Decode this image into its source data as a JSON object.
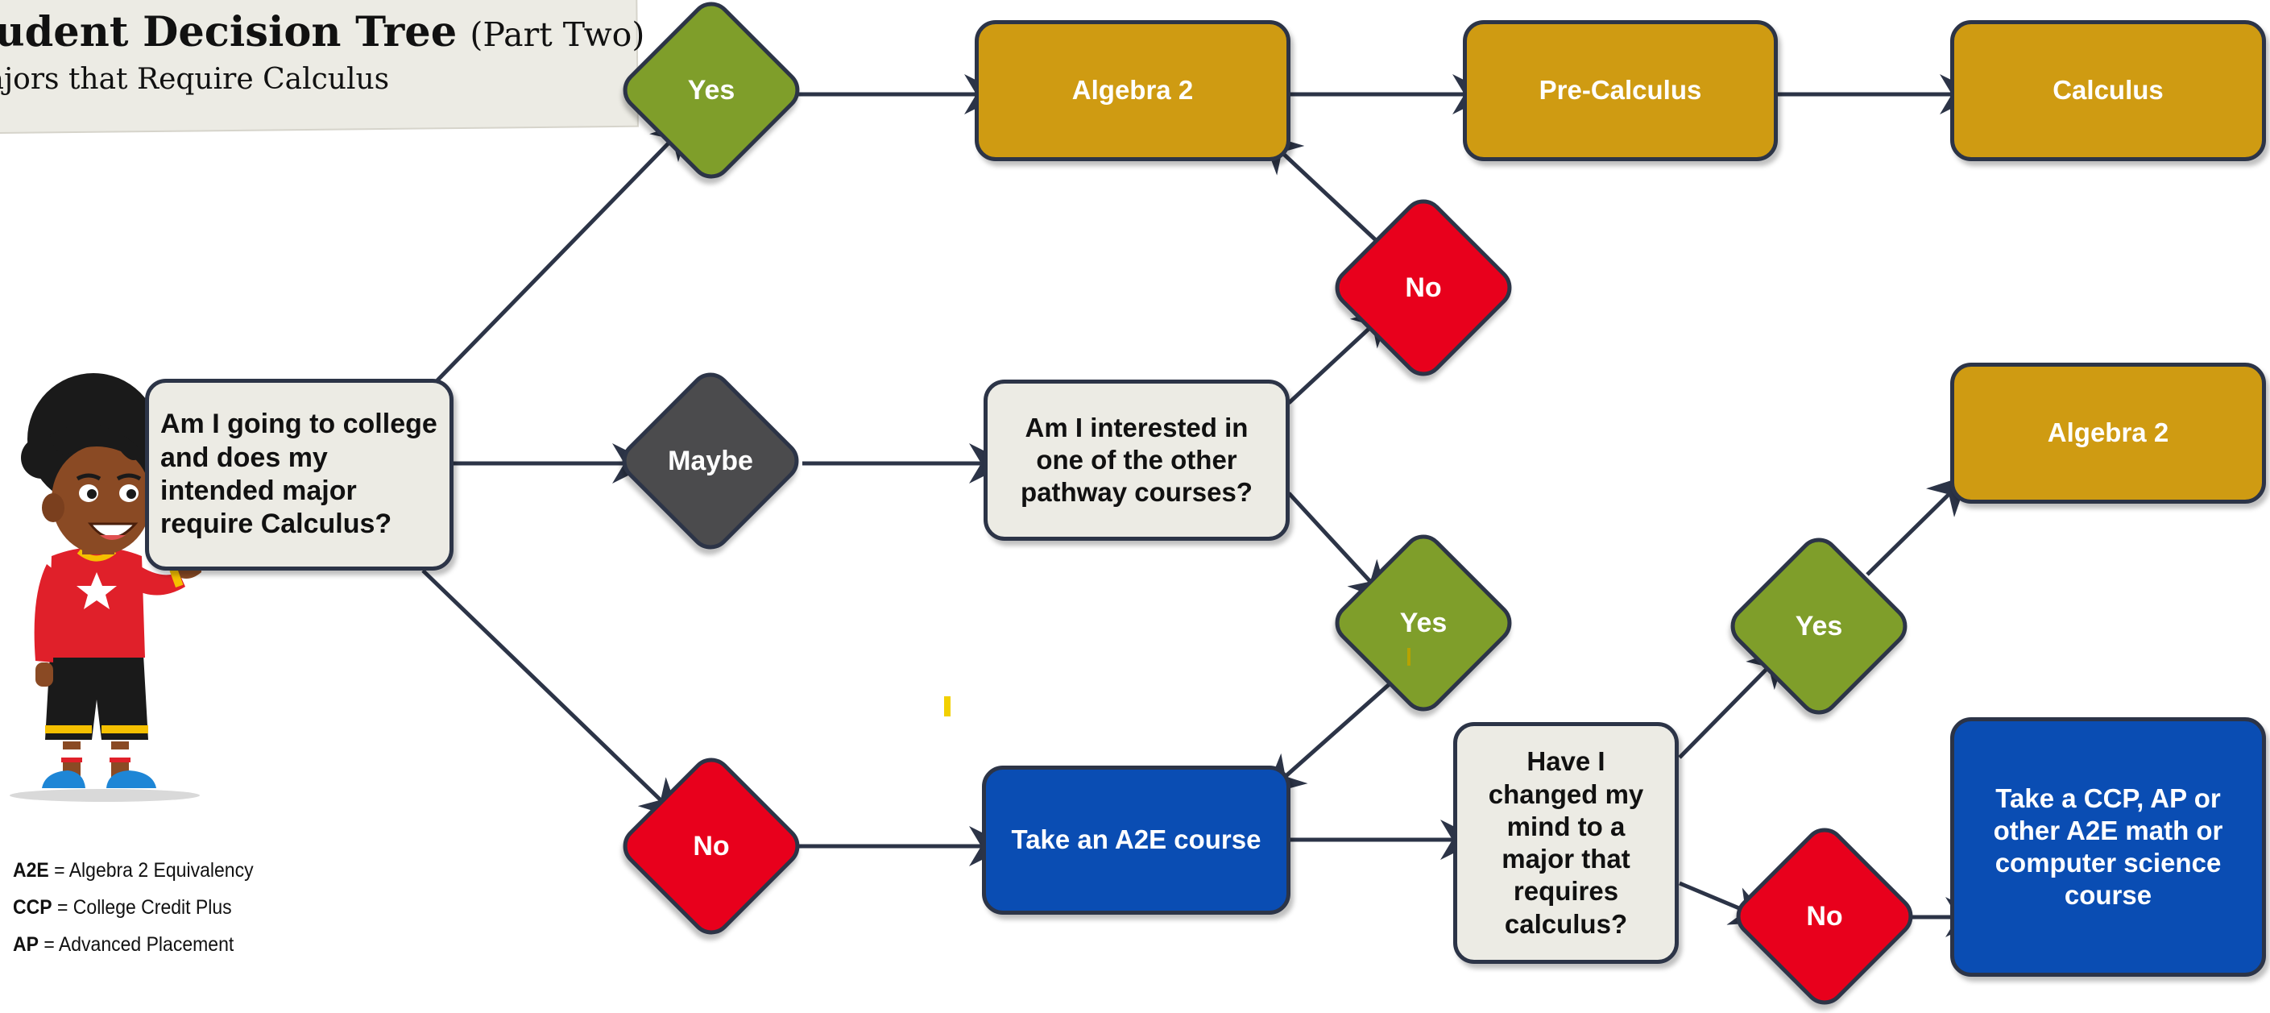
{
  "title": {
    "main": "tudent Decision Tree",
    "part": "(Part Two)",
    "subtitle": "lajors that Require Calculus"
  },
  "nodes": {
    "question_college": "Am I going to college and does my intended major require Calculus?",
    "question_interest": "Am I interested in one of the other pathway courses?",
    "question_changed_mind": "Have I changed my mind to a major that requires calculus?",
    "algebra2_top": "Algebra 2",
    "precalculus": "Pre-Calculus",
    "calculus": "Calculus",
    "algebra2_right": "Algebra 2",
    "a2e_course": "Take an A2E course",
    "ccp_ap_course": "Take a CCP, AP or other A2E math or computer science course"
  },
  "decisions": {
    "yes_top": "Yes",
    "maybe": "Maybe",
    "no_bottom": "No",
    "no_mid": "No",
    "yes_mid": "Yes",
    "yes_right": "Yes",
    "no_right": "No"
  },
  "legend": [
    {
      "abbr": "A2E",
      "text": "= Algebra 2 Equivalency"
    },
    {
      "abbr": "CCP",
      "text": "= College Credit Plus"
    },
    {
      "abbr": "AP",
      "text": "= Advanced Placement"
    }
  ],
  "colors": {
    "gold": "#cf9b12",
    "blue": "#0a4db3",
    "cream": "#ecebe4",
    "green": "#7f9e2a",
    "red": "#e8001c",
    "dark": "#4b4b4d",
    "outline": "#2c3447"
  }
}
